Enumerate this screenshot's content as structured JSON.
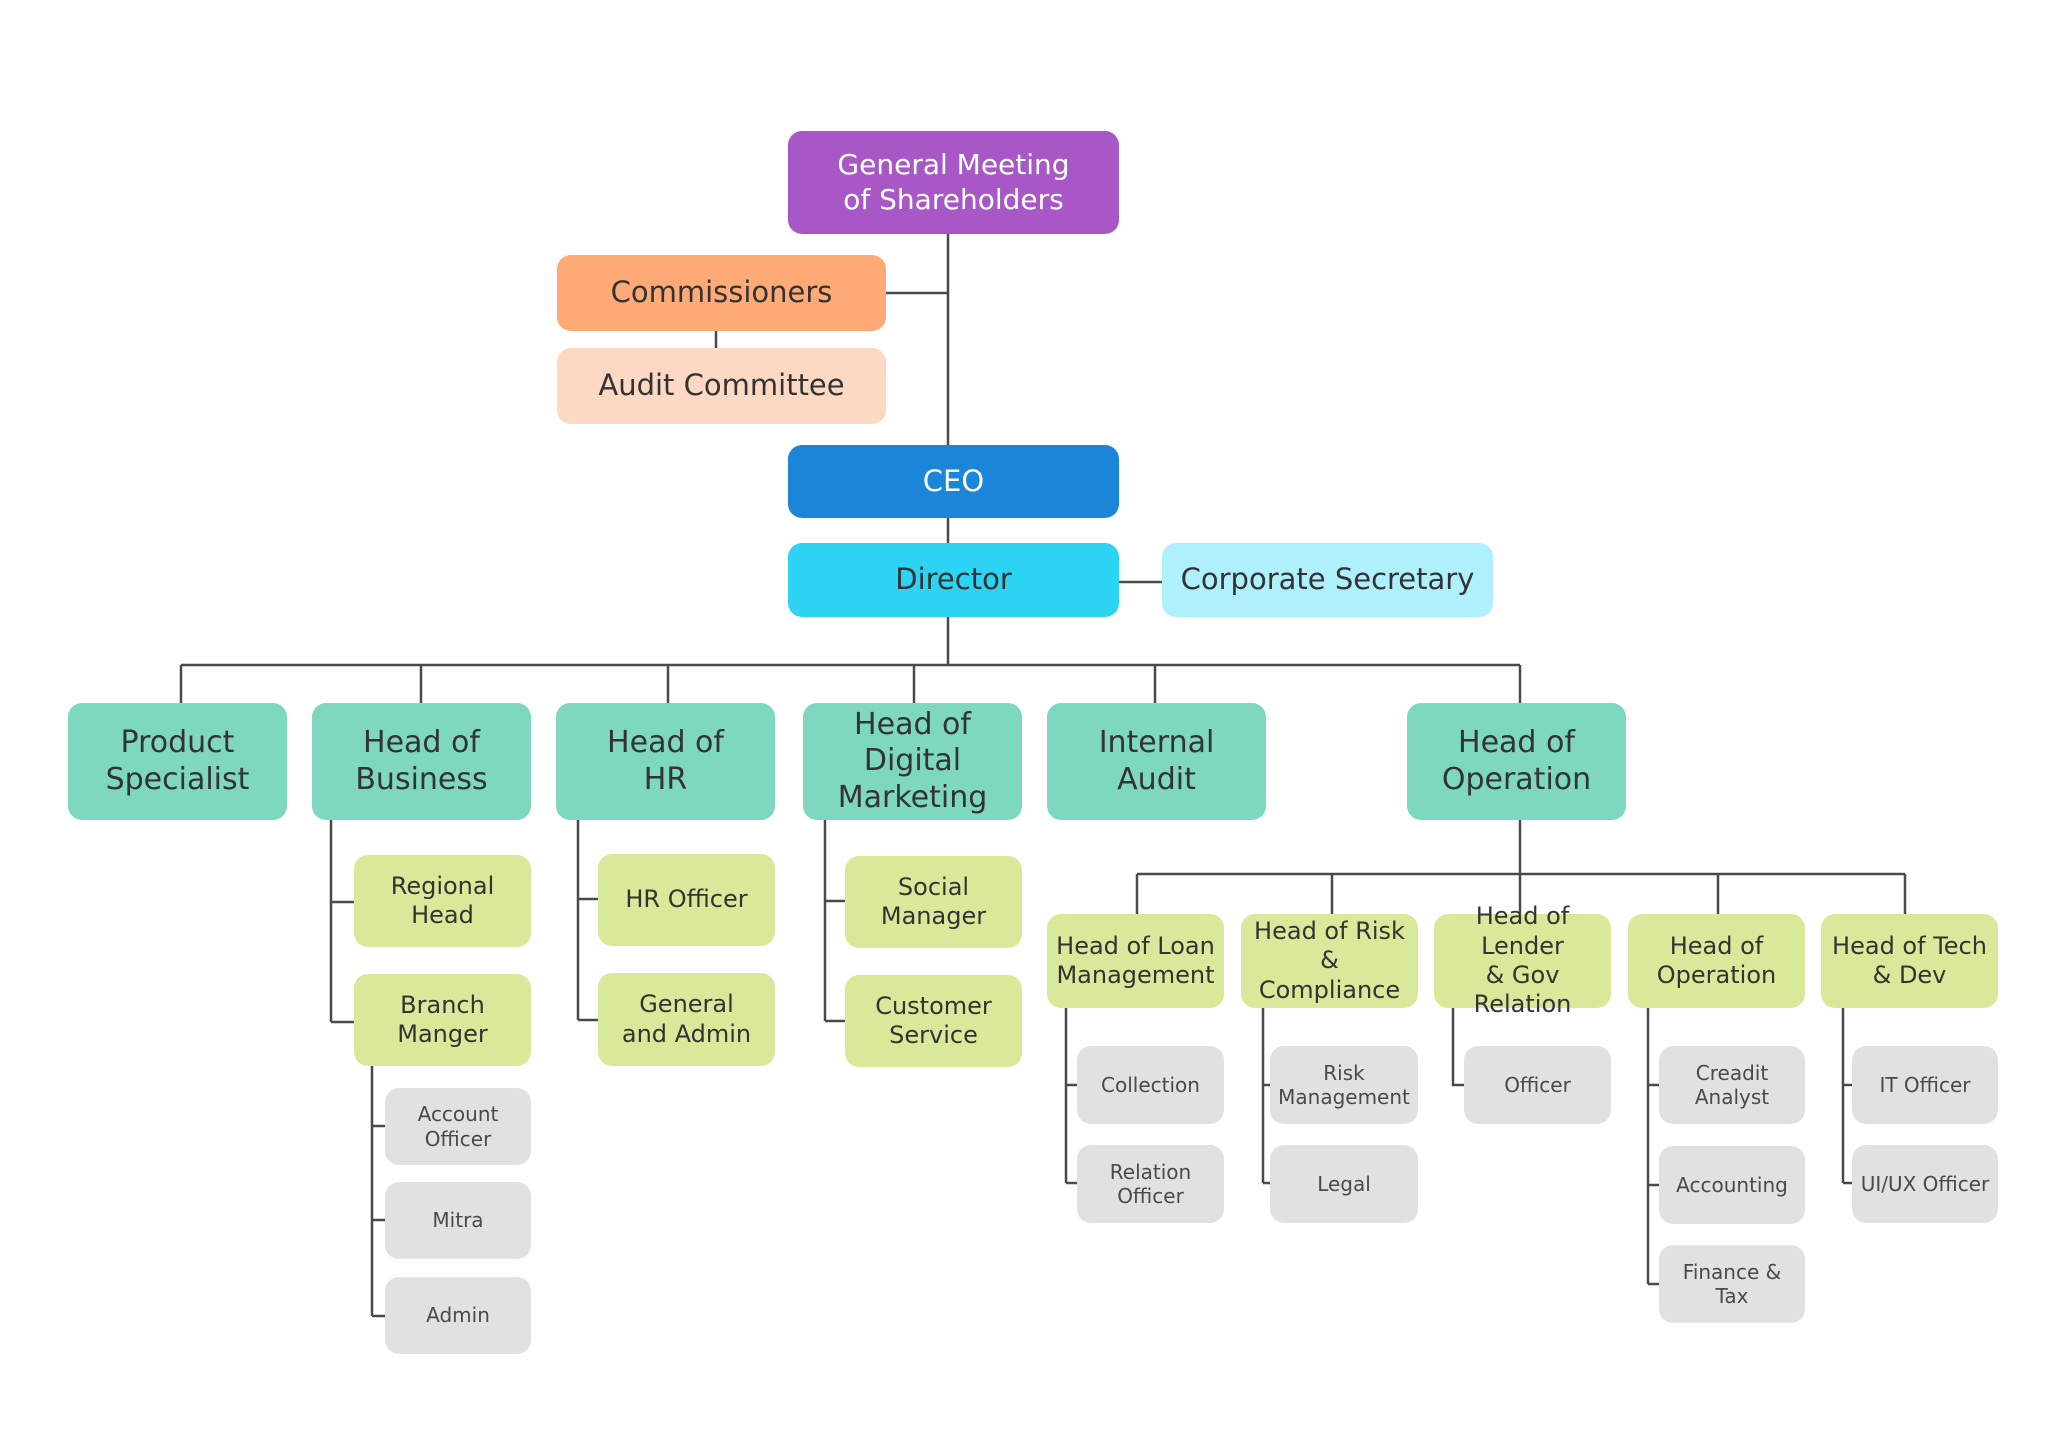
{
  "top": {
    "general_meeting": "General Meeting\nof Shareholders",
    "commissioners": "Commissioners",
    "audit_committee": "Audit Committee",
    "ceo": "CEO",
    "director": "Director",
    "corporate_secretary": "Corporate Secretary"
  },
  "departments": {
    "product_specialist": "Product\nSpecialist",
    "head_of_business": "Head of\nBusiness",
    "head_of_hr": "Head of\nHR",
    "head_of_digital_marketing": "Head of Digital\nMarketing",
    "internal_audit": "Internal\nAudit",
    "head_of_operation": "Head of\nOperation"
  },
  "business": {
    "regional_head": "Regional\nHead",
    "branch_manger": "Branch\nManger",
    "account_officer": "Account\nOfficer",
    "mitra": "Mitra",
    "admin": "Admin"
  },
  "hr": {
    "hr_officer": "HR Officer",
    "general_and_admin": "General\nand Admin"
  },
  "digital_marketing": {
    "social_manager": "Social\nManager",
    "customer_service": "Customer\nService"
  },
  "operation": {
    "loan_management": "Head of Loan\nManagement",
    "risk_compliance": "Head of Risk\n& Compliance",
    "lender_gov": "Head of Lender\n& Gov Relation",
    "head_of_operation": "Head of\nOperation",
    "tech_dev": "Head of Tech\n& Dev",
    "collection": "Collection",
    "relation_officer": "Relation\nOfficer",
    "risk_management": "Risk\nManagement",
    "legal": "Legal",
    "officer": "Officer",
    "creadit_analyst": "Creadit\nAnalyst",
    "accounting": "Accounting",
    "finance_tax": "Finance &\nTax",
    "it_officer": "IT Officer",
    "uiux_officer": "UI/UX Officer"
  },
  "colors": {
    "general_meeting": "#a758c6",
    "commissioners": "#fdaa77",
    "audit_committee": "#fdd9c4",
    "ceo": "#1b86d8",
    "director": "#2cd3f2",
    "corporate_secretary": "#aef0fb",
    "department": "#7dd8bf",
    "sub_unit": "#d8e99a",
    "leaf_unit": "#e1e1e1",
    "connector": "#4a4a4a"
  }
}
